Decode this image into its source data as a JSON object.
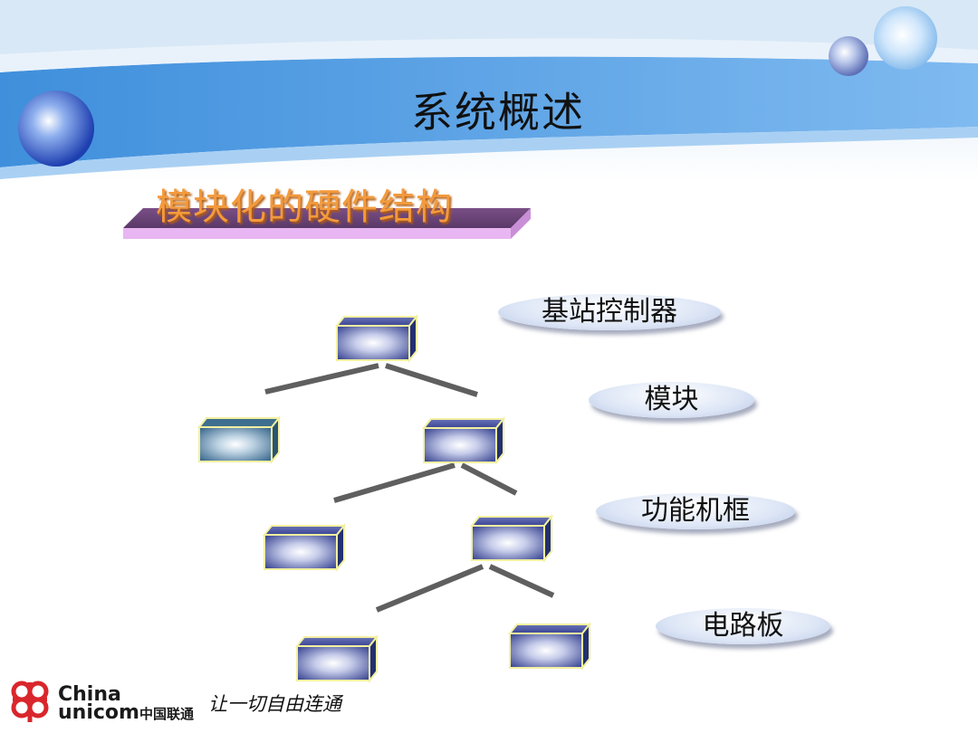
{
  "slide": {
    "title": "系统概述",
    "section_title": "模块化的硬件结构"
  },
  "diagram": {
    "levels": [
      {
        "label": "基站控制器"
      },
      {
        "label": "模块"
      },
      {
        "label": "功能机框"
      },
      {
        "label": "电路板"
      }
    ],
    "connections": [
      [
        "controller",
        "module-left"
      ],
      [
        "controller",
        "module-right"
      ],
      [
        "module-right",
        "frame-left"
      ],
      [
        "module-right",
        "frame-right"
      ],
      [
        "frame-right",
        "board-left"
      ],
      [
        "frame-right",
        "board-right"
      ]
    ]
  },
  "footer": {
    "brand_en_1": "China",
    "brand_en_2": "unicom",
    "brand_cn": "中国联通",
    "slogan": "让一切自由连通"
  },
  "colors": {
    "header_blue": "#5aa6e6",
    "section_orange": "#f39a3c",
    "box_navy": "#2f3b8c",
    "connector_gray": "#5f5f5f",
    "logo_red": "#d9262c"
  }
}
